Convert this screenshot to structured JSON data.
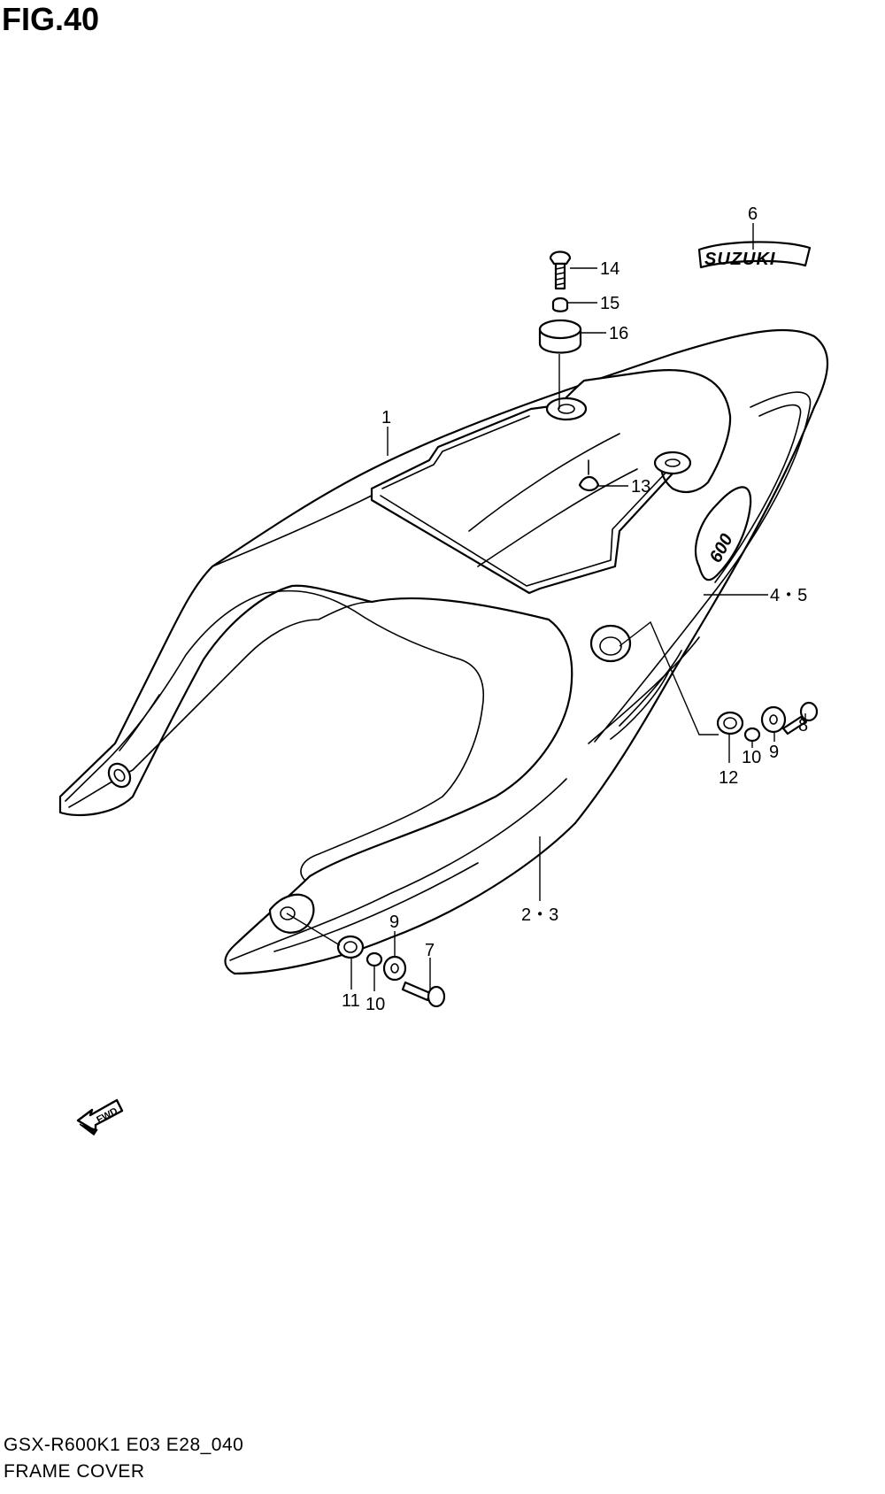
{
  "figure": {
    "title": "FIG.40"
  },
  "parts": [
    {
      "id": "p1",
      "label": "1"
    },
    {
      "id": "p23",
      "label": "2・3"
    },
    {
      "id": "p45",
      "label": "4・5"
    },
    {
      "id": "p6",
      "label": "6"
    },
    {
      "id": "p7",
      "label": "7"
    },
    {
      "id": "p8",
      "label": "8"
    },
    {
      "id": "p9a",
      "label": "9"
    },
    {
      "id": "p9b",
      "label": "9"
    },
    {
      "id": "p10a",
      "label": "10"
    },
    {
      "id": "p10b",
      "label": "10"
    },
    {
      "id": "p11",
      "label": "11"
    },
    {
      "id": "p12",
      "label": "12"
    },
    {
      "id": "p13",
      "label": "13"
    },
    {
      "id": "p14",
      "label": "14"
    },
    {
      "id": "p15",
      "label": "15"
    },
    {
      "id": "p16",
      "label": "16"
    }
  ],
  "emblem": {
    "brand": "SUZUKI",
    "model": "600"
  },
  "direction_marker": {
    "text": "FWD"
  },
  "footer": {
    "model_code": "GSX-R600K1 E03 E28_040",
    "section": "FRAME COVER"
  }
}
